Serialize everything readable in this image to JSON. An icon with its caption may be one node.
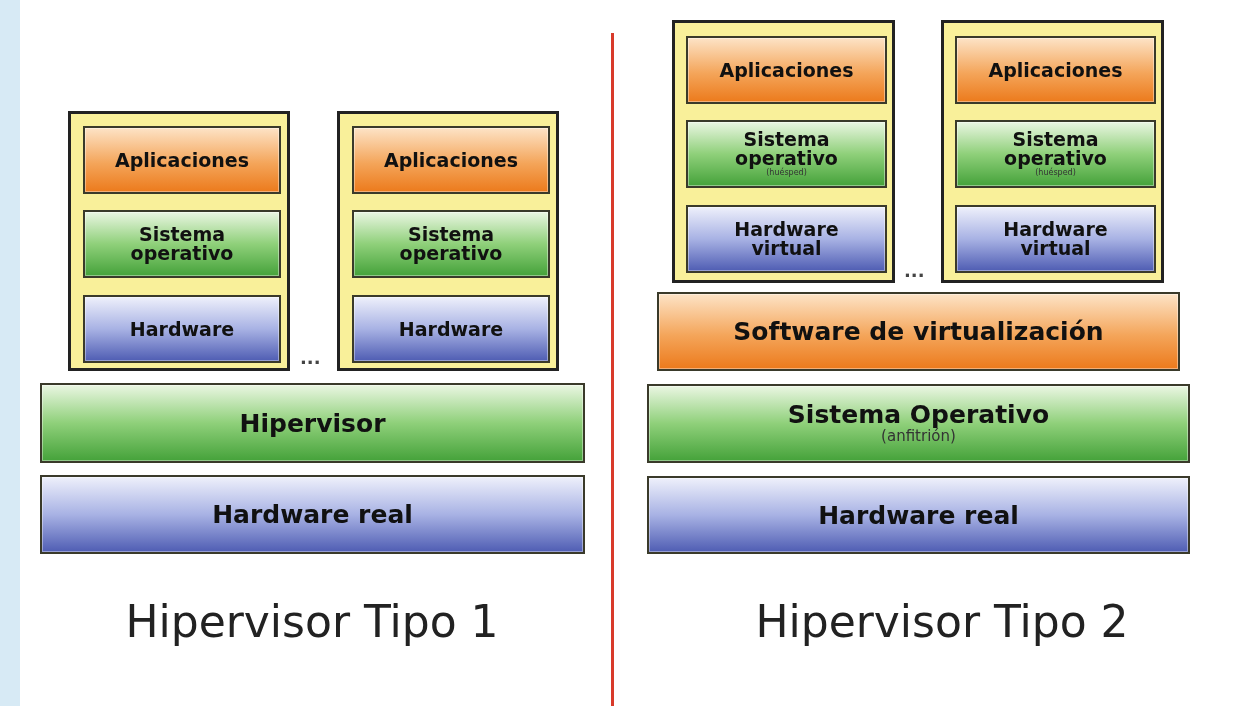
{
  "diagram": {
    "nodes": [
      {
        "text": [],
        "shape": "box"
      },
      {
        "text": [
          "Aplicaciones"
        ],
        "in": 0
      },
      {
        "text": [
          "Sistema operativo"
        ],
        "in": 0
      },
      {
        "text": [
          "Hardware"
        ],
        "in": 0
      },
      {
        "text": [],
        "shape": "box"
      },
      {
        "text": [
          "Aplicaciones"
        ],
        "in": 4
      },
      {
        "text": [
          "Sistema operativo"
        ],
        "in": 4
      },
      {
        "text": [
          "Hardware"
        ],
        "in": 4
      },
      {
        "text": [
          "Hipervisor"
        ]
      },
      {
        "text": [
          "Hardware real"
        ]
      },
      {
        "text": [],
        "shape": "box"
      },
      {
        "text": [
          "Aplicaciones"
        ],
        "in": 10
      },
      {
        "text": [
          "Sistema operativo",
          "(huésped)"
        ],
        "in": 10
      },
      {
        "text": [
          "Hardware virtual"
        ],
        "in": 10
      },
      {
        "text": [],
        "shape": "box"
      },
      {
        "text": [
          "Aplicaciones"
        ],
        "in": 14
      },
      {
        "text": [
          "Sistema operativo",
          "(huésped)"
        ],
        "in": 14
      },
      {
        "text": [
          "Hardware virtual"
        ],
        "in": 14
      },
      {
        "text": [
          "Software de virtualización"
        ]
      },
      {
        "text": [
          "Sistema Operativo",
          "(anfitrión)"
        ]
      },
      {
        "text": [
          "Hardware real"
        ]
      }
    ],
    "labels": [
      "...",
      "...",
      "Hipervisor Tipo 1",
      "Hipervisor Tipo 2"
    ]
  }
}
